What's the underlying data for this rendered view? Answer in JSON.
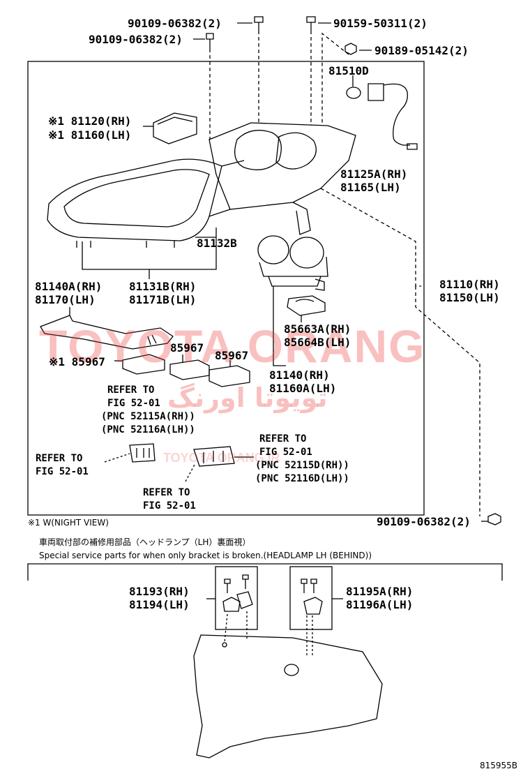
{
  "labels": {
    "top_bolt_1": "90109-06382(2)",
    "top_bolt_2": "90109-06382(2)",
    "top_bolt_3": "90159-50311(2)",
    "top_nut": "90189-05142(2)",
    "bulb": "81510D",
    "nv_cover_rh": "※1 81120(RH)",
    "nv_cover_lh": "※1 81160(LH)",
    "socket_rh": "81125A(RH)",
    "socket_lh": "81165(LH)",
    "lens": "81132B",
    "assy_rh": "81110(RH)",
    "assy_lh": "81150(LH)",
    "trim_rh": "81140A(RH)",
    "trim_lh": "81170(LH)",
    "housing_rh": "81131B(RH)",
    "housing_lh": "81171B(LH)",
    "actuator_rh": "85663A(RH)",
    "actuator_lh": "85664B(LH)",
    "ecu_a": "85967",
    "ecu_b": "85967",
    "ecu_c": "※1 85967",
    "unit_rh": "81140(RH)",
    "unit_lh": "81160A(LH)",
    "ref1_line1": "REFER TO",
    "ref1_line2": "FIG 52-01",
    "ref1_line3": "(PNC 52115A(RH))",
    "ref1_line4": "(PNC 52116A(LH))",
    "ref2_line1": "REFER TO",
    "ref2_line2": "FIG 52-01",
    "ref2_line3": "(PNC 52115D(RH))",
    "ref2_line4": "(PNC 52116D(LH))",
    "ref3_line1": "REFER TO",
    "ref3_line2": "FIG 52-01",
    "ref4_line1": "REFER TO",
    "ref4_line2": "FIG 52-01",
    "bottom_bolt": "90109-06382(2)",
    "bracket_rh": "81193(RH)",
    "bracket_lh": "81194(LH)",
    "bracket2_rh": "81195A(RH)",
    "bracket2_lh": "81196A(LH)",
    "figure_id": "815955B"
  },
  "notes": {
    "night_view": "※1 W(NIGHT VIEW)",
    "japanese": "車両取付部の補修用部品（ヘッドランプ（LH）裏面視）",
    "english": "Special service parts for when only bracket is broken.(HEADLAMP LH (BEHIND))"
  },
  "watermark": {
    "main": "TOYOTA ORANG",
    "arabic": "تویوتا اورنگ",
    "small": "TOYOTA ORANG.IR"
  },
  "colors": {
    "line": "#000000",
    "watermark": "#eb3c3c"
  }
}
